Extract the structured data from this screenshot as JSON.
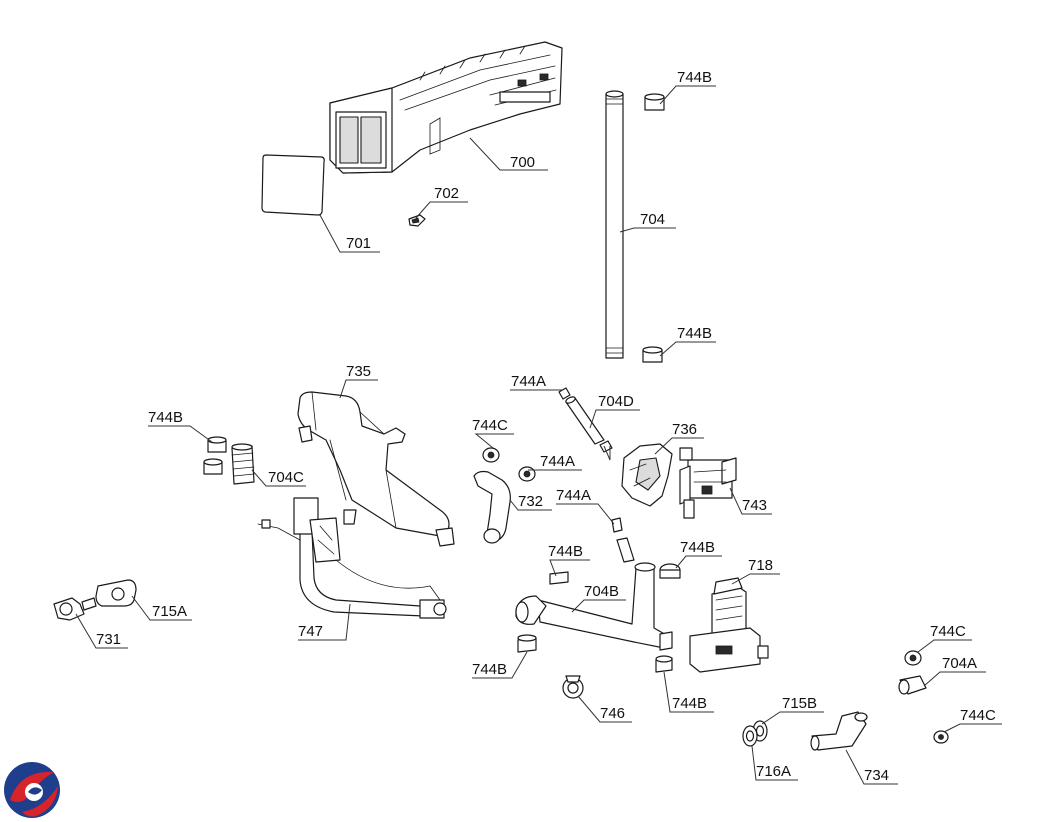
{
  "labels": {
    "p700": "700",
    "p701": "701",
    "p702": "702",
    "p704": "704",
    "p744b_top": "744B",
    "p744b_mid": "744B",
    "p735": "735",
    "p744a_top": "744A",
    "p704d": "704D",
    "p744c_left": "744C",
    "p736": "736",
    "p744a_mid": "744A",
    "p744b_left": "744B",
    "p704c": "704C",
    "p744a_low": "744A",
    "p732": "732",
    "p743": "743",
    "p744b_clip1": "744B",
    "p744b_clip2": "744B",
    "p718": "718",
    "p704b": "704B",
    "p715a": "715A",
    "p747": "747",
    "p731": "731",
    "p744b_bottom": "744B",
    "p744c_right1": "744C",
    "p704a": "704A",
    "p715b": "715B",
    "p746": "746",
    "p744b_bot2": "744B",
    "p744c_right2": "744C",
    "p716a": "716A",
    "p734": "734"
  },
  "logo": {
    "name": "brand-logo",
    "colors": {
      "red": "#d8232a",
      "blue": "#1f3e8c"
    }
  }
}
